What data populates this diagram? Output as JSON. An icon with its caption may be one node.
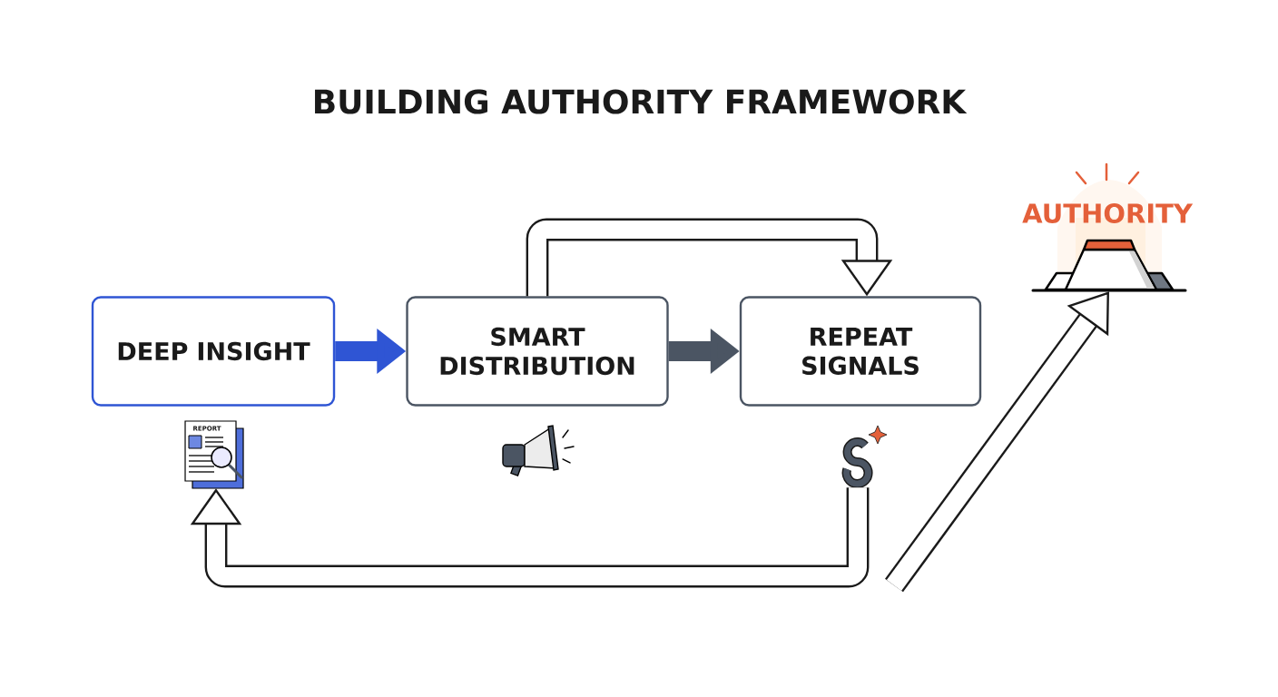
{
  "diagram": {
    "title": "BUILDING AUTHORITY FRAMEWORK",
    "nodes": [
      {
        "text": [
          "DEEP INSIGHT"
        ]
      },
      {
        "text": [
          "SMART DISTRIBUTION"
        ]
      },
      {
        "text": [
          "REPEAT SIGNALS"
        ]
      },
      {
        "text": [
          "AUTHORITY"
        ]
      },
      {
        "text": [],
        "shape": "picture"
      },
      {
        "text": [],
        "shape": "picture"
      },
      {
        "text": [],
        "shape": "picture"
      },
      {
        "text": [],
        "shape": "picture"
      }
    ],
    "edges": [
      {
        "from": 0,
        "to": 1,
        "arrow": "to",
        "color": "#2f55d4"
      },
      {
        "from": 1,
        "to": 2,
        "arrow": "to",
        "color": "#4b5563"
      },
      {
        "from": 1,
        "to": 2,
        "arrow": "to"
      },
      {
        "from": 7,
        "to": 5,
        "arrow": "to"
      },
      {
        "from": null,
        "to": 4,
        "arrow": "to"
      }
    ],
    "labels": [
      "REPORT"
    ]
  }
}
